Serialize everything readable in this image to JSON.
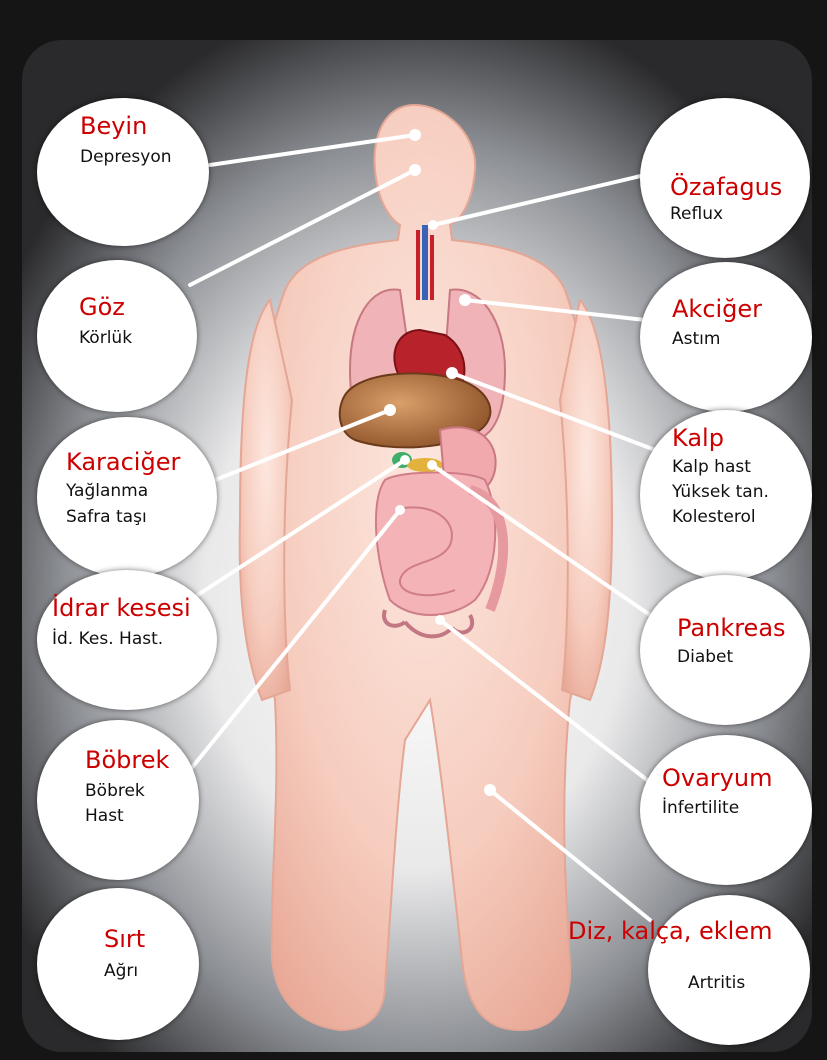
{
  "colors": {
    "title": "#cc0000",
    "text": "#111111",
    "bubble": "#ffffff",
    "background": "#1a1a1a",
    "skin": "#f3c2b7"
  },
  "organs": [
    {
      "name": "Beyin",
      "conditions": [
        "Depresyon"
      ]
    },
    {
      "name": "Göz",
      "conditions": [
        "Körlük"
      ]
    },
    {
      "name": "Karaciğer",
      "conditions": [
        "Yağlanma",
        "Safra taşı"
      ]
    },
    {
      "name": "İdrar kesesi",
      "conditions": [
        "İd. Kes. Hast."
      ]
    },
    {
      "name": "Böbrek",
      "conditions": [
        "Böbrek",
        "Hast"
      ]
    },
    {
      "name": "Sırt",
      "conditions": [
        "Ağrı"
      ]
    },
    {
      "name": "Özafagus",
      "conditions": [
        "Reflux"
      ]
    },
    {
      "name": "Akciğer",
      "conditions": [
        "Astım"
      ]
    },
    {
      "name": "Kalp",
      "conditions": [
        "Kalp hast",
        "Yüksek tan.",
        "Kolesterol"
      ]
    },
    {
      "name": "Pankreas",
      "conditions": [
        "Diabet"
      ]
    },
    {
      "name": "Ovaryum",
      "conditions": [
        "İnfertilite"
      ]
    },
    {
      "name": "Diz, kalça, eklem",
      "conditions": [
        "Artritis"
      ]
    }
  ]
}
